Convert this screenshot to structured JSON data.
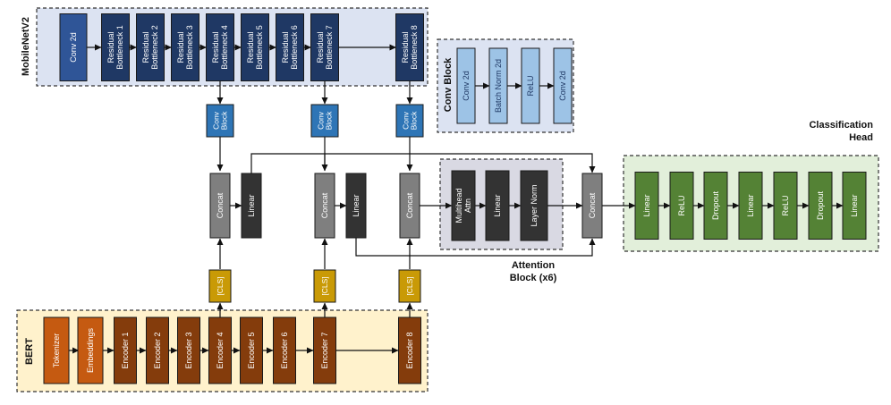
{
  "mobilenet": {
    "title": "MobileNetV2",
    "conv": "Conv 2d",
    "blocks": [
      [
        "Residual",
        "Bottleneck 1"
      ],
      [
        "Residual",
        "Bottleneck 2"
      ],
      [
        "Residual",
        "Bottleneck 3"
      ],
      [
        "Residual",
        "Bottleneck 4"
      ],
      [
        "Residual",
        "Bottleneck 5"
      ],
      [
        "Residual",
        "Bottleneck 6"
      ],
      [
        "Residual",
        "Bottleneck 7"
      ],
      [
        "Residual",
        "Bottleneck 8"
      ]
    ]
  },
  "conv_block_legend": {
    "title": "Conv Block",
    "items": [
      "Conv 2d",
      "Batch Norm 2d",
      "ReLU",
      "Conv 2d"
    ]
  },
  "conv_block": [
    "Conv",
    "Block"
  ],
  "concat": "Concat",
  "linear": "Linear",
  "cls": "[CLS]",
  "attention": {
    "title_line1": "Attention",
    "title_line2": "Block (x6)",
    "items": [
      [
        "Multihead",
        "Attn"
      ],
      [
        "Linear"
      ],
      [
        "Layer Norm"
      ]
    ]
  },
  "classification": {
    "title_line1": "Classification",
    "title_line2": "Head",
    "items": [
      "Linear",
      "ReLU",
      "Dropout",
      "Linear",
      "ReLU",
      "Dropout",
      "Linear"
    ]
  },
  "bert": {
    "title": "BERT",
    "items": [
      "Tokenizer",
      "Embeddings",
      "Encoder 1",
      "Encoder 2",
      "Encoder 3",
      "Encoder 4",
      "Encoder 5",
      "Encoder 6",
      "Encoder 7",
      "Encoder 8"
    ]
  },
  "colors": {
    "mobilenet_bg": "#dce3f2",
    "mobilenet_block": "#1f3864",
    "conv2d": "#2f5597",
    "conv_block": "#2e75b6",
    "legend_bg": "#dce3f2",
    "legend_block": "#9dc3e6",
    "concat": "#7f7f7f",
    "dark": "#333333",
    "attn_bg": "#d9d9e3",
    "cls": "#c99a06",
    "bert_bg": "#fff2cc",
    "bert_first": "#c55a11",
    "bert_block": "#843c0c",
    "head_bg": "#e2efda",
    "head_block": "#548235"
  }
}
